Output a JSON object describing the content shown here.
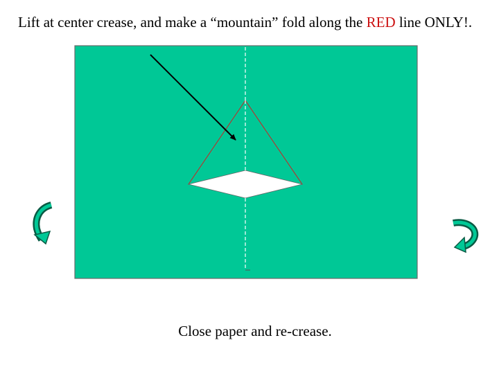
{
  "instruction": {
    "before": "Lift at center crease, and make a “mountain” fold along the ",
    "highlight": "RED",
    "after": " line ONLY!."
  },
  "caption": "Close paper and re-crease.",
  "colors": {
    "paper": "#00c896",
    "red_line": "#cc2222",
    "arrow_dark": "#0a5a44",
    "arrow_light": "#00c896"
  },
  "icons": {
    "left_arrow": "curved-arrow-down-icon",
    "right_arrow": "curved-arrow-down-left-icon",
    "pointer": "pointer-arrow-icon"
  }
}
